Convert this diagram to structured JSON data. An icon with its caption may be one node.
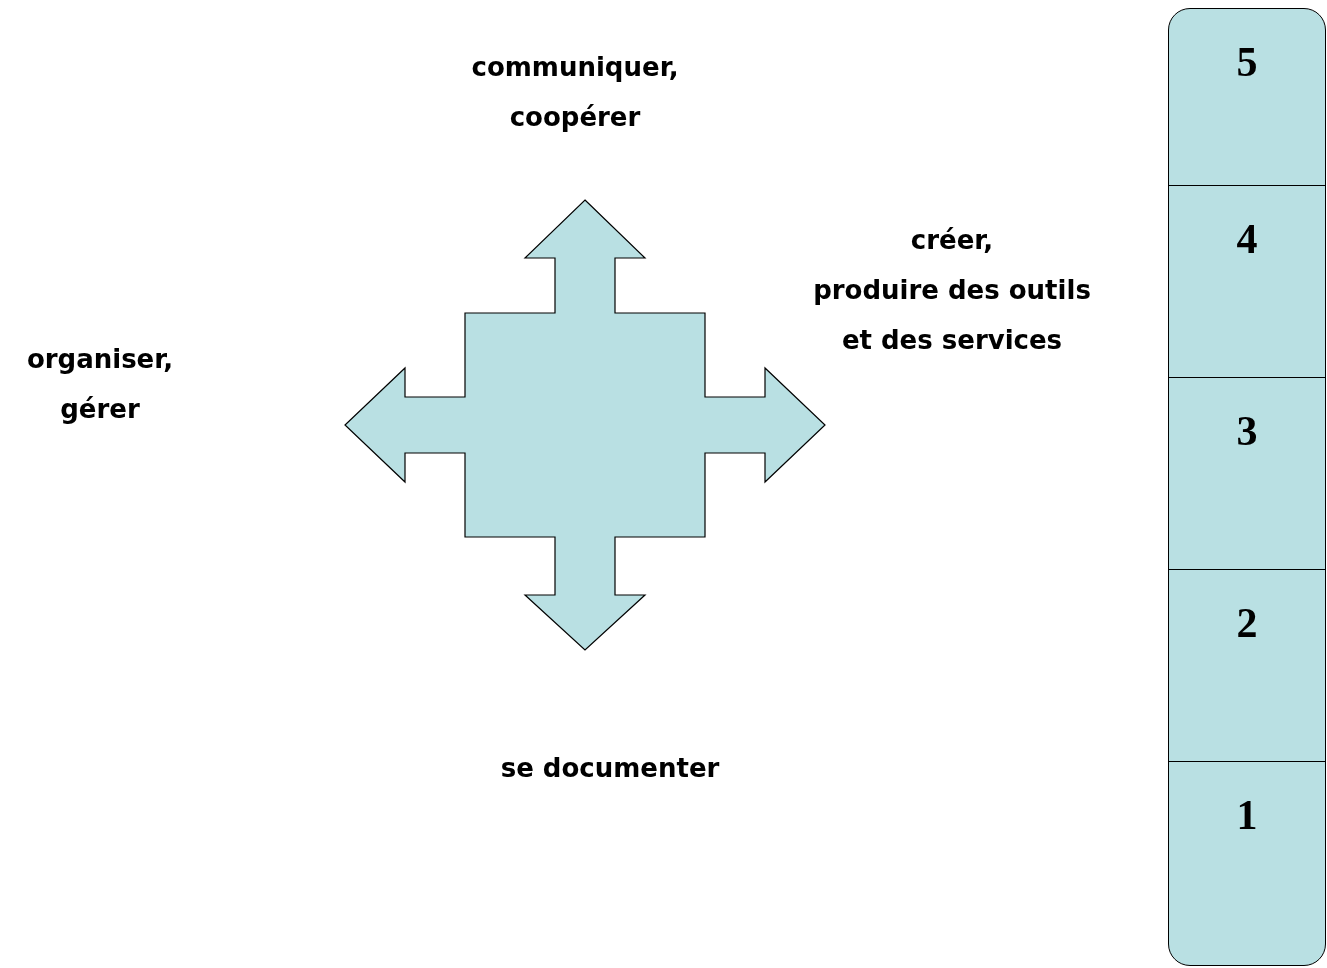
{
  "diagram": {
    "nodes": [
      {
        "text": [],
        "shape": "bar"
      },
      {
        "text": [
          "5"
        ],
        "in": 0
      },
      {
        "text": [
          "4"
        ],
        "in": 0
      },
      {
        "text": [
          "3"
        ],
        "in": 0
      },
      {
        "text": [
          "2"
        ],
        "in": 0
      },
      {
        "text": [
          "1"
        ],
        "in": 0
      }
    ],
    "labels": [
      "communiquer, coopérer",
      "créer, produire des outils et des services",
      "organiser, gérer",
      "se documenter"
    ]
  }
}
